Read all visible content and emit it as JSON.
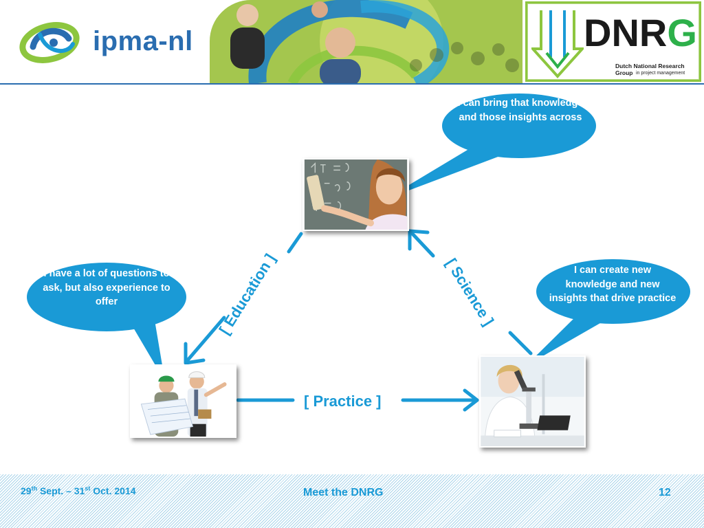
{
  "header": {
    "ipma_logo_text": "ipma-nl",
    "dnrg_logo_text": "DNRG",
    "dnrg_subtitle": "Dutch National Research Group",
    "dnrg_subtitle2": "in project management"
  },
  "diagram": {
    "bubble_top": "I can bring that knowledge and those insights across",
    "bubble_left": "I have a lot of questions to ask, but also experience to offer",
    "bubble_right": "I can create new knowledge and new insights that drive practice",
    "label_practice": "[ Practice ]",
    "label_education": "[ Education ]",
    "label_science": "[ Science ]"
  },
  "footer": {
    "date_d1": "29",
    "date_s1": "th",
    "date_mid": " Sept. – 31",
    "date_s2": "st",
    "date_end": " Oct. 2014",
    "title": "Meet the DNRG",
    "page_number": "12"
  },
  "colors": {
    "accent": "#1a9ad6",
    "brand_blue": "#2a6db0",
    "brand_green": "#8dc63f"
  }
}
